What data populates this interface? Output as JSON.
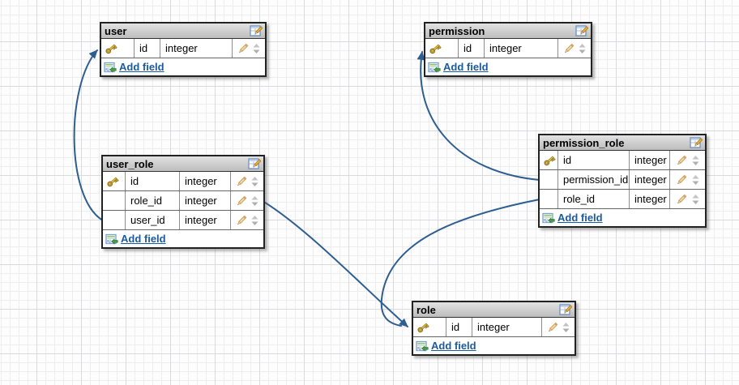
{
  "canvas": {
    "connector_color": "#2d5e91",
    "link_color": "#1b5a9e",
    "grid_minor_color": "#ededef",
    "grid_major_color": "#d8dadd"
  },
  "icons": {
    "header_icon": "edit-table-icon",
    "key_icon": "primary-key-icon",
    "row_edit_icon": "pencil-icon",
    "row_sort_icon": "sort-arrows-icon",
    "add_icon": "add-field-icon"
  },
  "tables": [
    {
      "title": "user",
      "add_field_label": "Add field",
      "fields": [
        {
          "name": "id",
          "type": "integer",
          "primary": true
        }
      ]
    },
    {
      "title": "permission",
      "add_field_label": "Add field",
      "fields": [
        {
          "name": "id",
          "type": "integer",
          "primary": true
        }
      ]
    },
    {
      "title": "user_role",
      "add_field_label": "Add field",
      "fields": [
        {
          "name": "id",
          "type": "integer",
          "primary": true
        },
        {
          "name": "role_id",
          "type": "integer",
          "primary": false
        },
        {
          "name": "user_id",
          "type": "integer",
          "primary": false
        }
      ]
    },
    {
      "title": "permission_role",
      "add_field_label": "Add field",
      "fields": [
        {
          "name": "id",
          "type": "integer",
          "primary": true
        },
        {
          "name": "permission_id",
          "type": "integer",
          "primary": false
        },
        {
          "name": "role_id",
          "type": "integer",
          "primary": false
        }
      ]
    },
    {
      "title": "role",
      "add_field_label": "Add field",
      "fields": [
        {
          "name": "id",
          "type": "integer",
          "primary": true
        }
      ]
    }
  ],
  "connectors": [
    {
      "from": "user_role.user_id",
      "to": "user.id"
    },
    {
      "from": "permission_role.permission_id",
      "to": "permission.id"
    },
    {
      "from": "user_role.role_id",
      "to": "role.id"
    },
    {
      "from": "permission_role.role_id",
      "to": "role.id"
    }
  ]
}
